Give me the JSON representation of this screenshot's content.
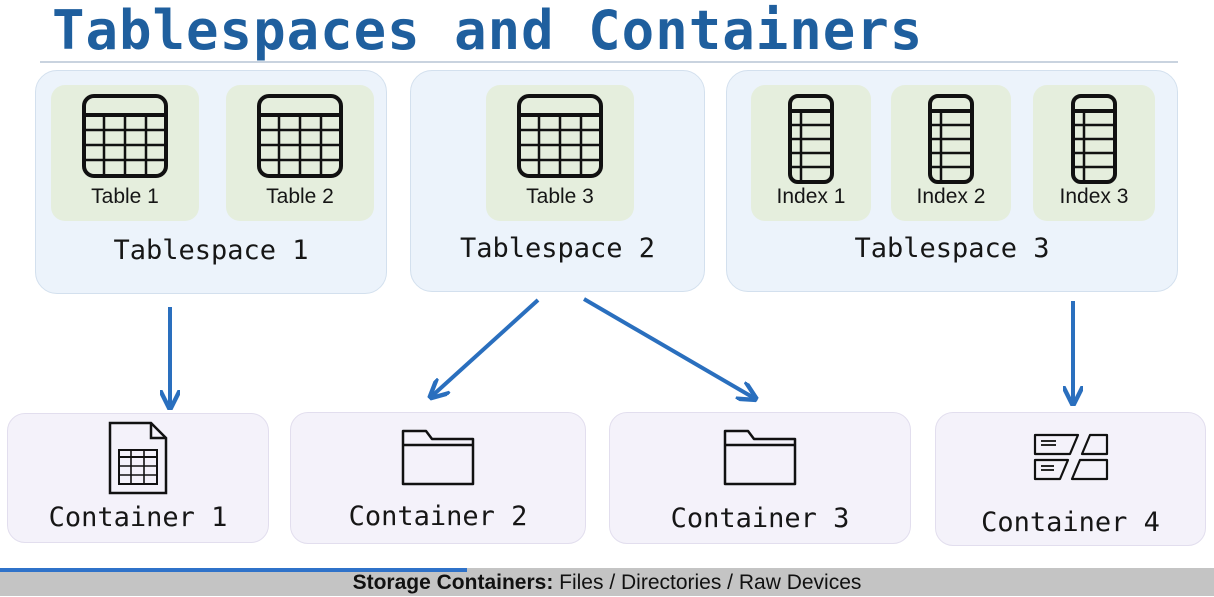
{
  "title": "Tablespaces and Containers",
  "tablespaces": [
    {
      "label": "Tablespace 1",
      "objects": [
        {
          "label": "Table 1",
          "icon": "table-icon"
        },
        {
          "label": "Table 2",
          "icon": "table-icon"
        }
      ]
    },
    {
      "label": "Tablespace 2",
      "objects": [
        {
          "label": "Table 3",
          "icon": "table-icon"
        }
      ]
    },
    {
      "label": "Tablespace 3",
      "objects": [
        {
          "label": "Index 1",
          "icon": "index-icon"
        },
        {
          "label": "Index 2",
          "icon": "index-icon"
        },
        {
          "label": "Index 3",
          "icon": "index-icon"
        }
      ]
    }
  ],
  "containers": [
    {
      "label": "Container 1",
      "icon": "file-icon"
    },
    {
      "label": "Container 2",
      "icon": "folder-icon"
    },
    {
      "label": "Container 3",
      "icon": "folder-icon"
    },
    {
      "label": "Container 4",
      "icon": "raw-device-icon"
    }
  ],
  "caption": {
    "bold": "Storage Containers:",
    "text": " Files / Directories / Raw Devices"
  },
  "progress": 0.385,
  "colors": {
    "title": "#1f5f9e",
    "arrow": "#2a6fbe",
    "tile": "#e5eedd",
    "tablespace_box": "#ecf3fb",
    "container_box": "#f4f2fa"
  }
}
